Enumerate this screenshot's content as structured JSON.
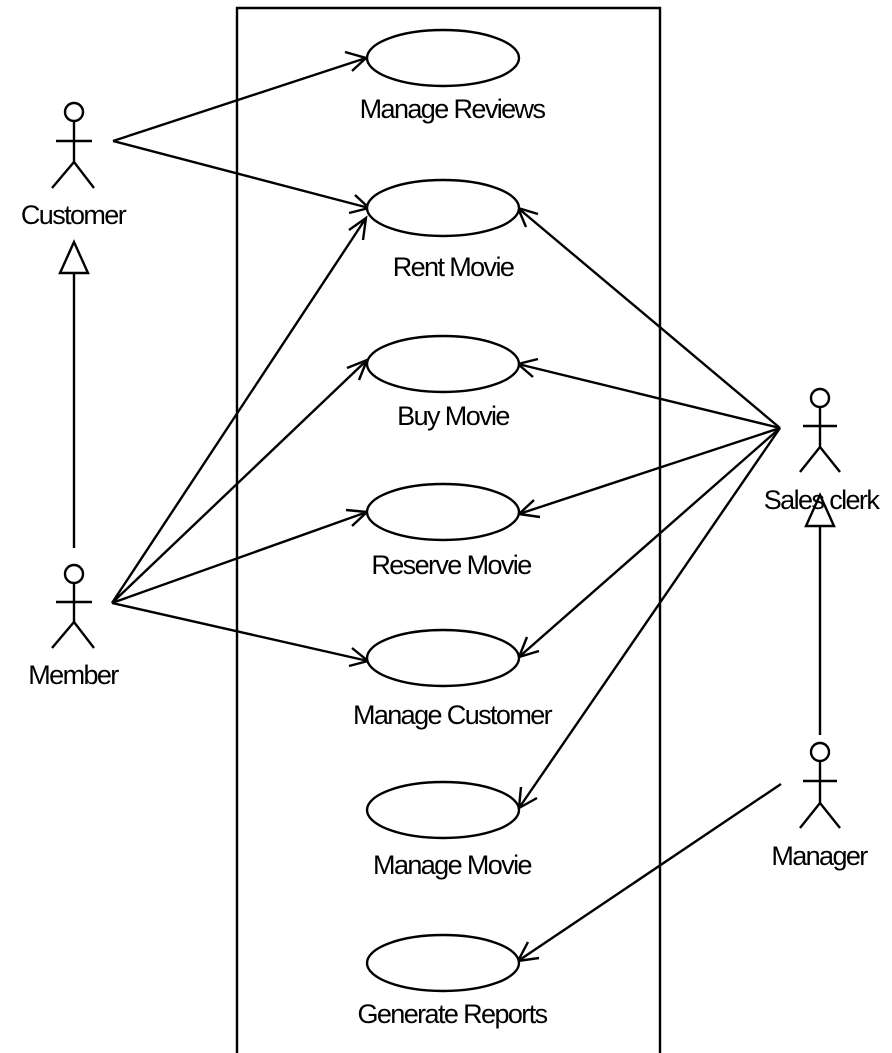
{
  "use_cases": {
    "manage_reviews": "Manage Reviews",
    "rent_movie": "Rent Movie",
    "buy_movie": "Buy Movie",
    "reserve_movie": "Reserve Movie",
    "manage_customer": "Manage Customer",
    "manage_movie": "Manage Movie",
    "generate_reports": "Generate Reports"
  },
  "actors": {
    "customer": "Customer",
    "member": "Member",
    "sales_clerk": "Sales clerk",
    "manager": "Manager"
  },
  "colors": {
    "line": "#000000",
    "background": "#ffffff"
  }
}
